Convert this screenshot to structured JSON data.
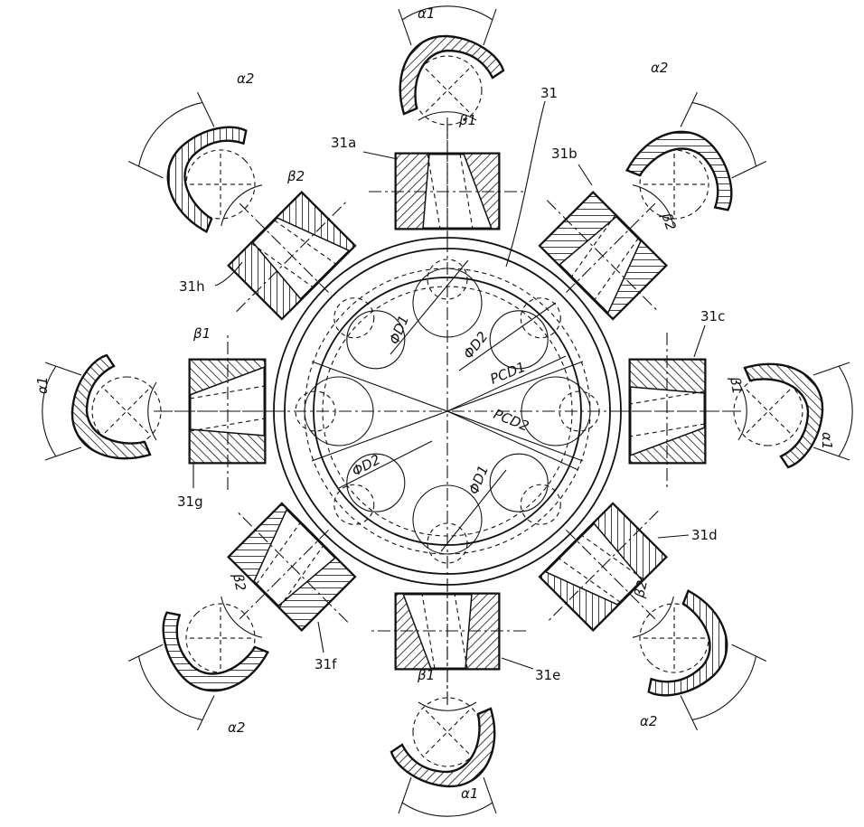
{
  "labels": {
    "main": "31",
    "a": "31a",
    "b": "31b",
    "c": "31c",
    "d": "31d",
    "e": "31e",
    "f": "31f",
    "g": "31g",
    "h": "31h"
  },
  "dims": {
    "d1_upper": "ΦD1",
    "d2_upper": "ΦD2",
    "pcd1": "PCD1",
    "pcd2": "PCD2",
    "d2_lower": "ΦD2",
    "d1_lower": "ΦD1"
  },
  "angles": {
    "a1": "α1",
    "a2": "α2",
    "b1": "β1",
    "b2": "β2"
  },
  "stations": [
    {
      "id": "a",
      "angle_label": "a1",
      "beta_label": "b1"
    },
    {
      "id": "b",
      "angle_label": "a2",
      "beta_label": "b2"
    },
    {
      "id": "c",
      "angle_label": "a1",
      "beta_label": "b1"
    },
    {
      "id": "d",
      "angle_label": "a2",
      "beta_label": "b2"
    },
    {
      "id": "e",
      "angle_label": "a1",
      "beta_label": "b1"
    },
    {
      "id": "f",
      "angle_label": "a2",
      "beta_label": "b2"
    },
    {
      "id": "g",
      "angle_label": "a1",
      "beta_label": "b1"
    },
    {
      "id": "h",
      "angle_label": "a2",
      "beta_label": "b2"
    }
  ]
}
